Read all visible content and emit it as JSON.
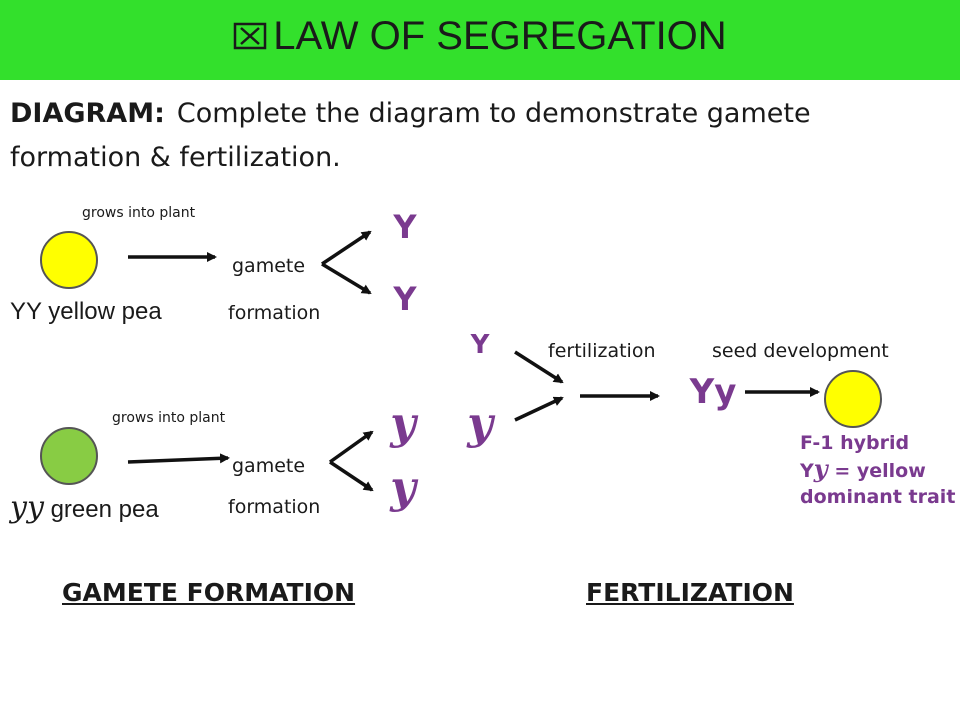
{
  "header": {
    "title": "LAW OF SEGREGATION",
    "bar_color": "#33e02c"
  },
  "instructions": {
    "label": "DIAGRAM:",
    "text": "Complete the diagram to demonstrate gamete formation & fertilization."
  },
  "gamete_formation": {
    "grows_label": "grows into plant",
    "gamete_word": "gamete",
    "formation_word": "formation",
    "yellow_pea": {
      "genotype": "YY",
      "description": "yellow pea",
      "color": "#ffff00",
      "gametes": [
        "Y",
        "Y"
      ]
    },
    "green_pea": {
      "genotype": "yy",
      "description": "green pea",
      "color": "#88cc44",
      "gametes": [
        "y",
        "y"
      ]
    },
    "section_label": "GAMETE FORMATION"
  },
  "fertilization": {
    "gametes": [
      "Y",
      "y"
    ],
    "fertilization_label": "fertilization",
    "seed_label": "seed development",
    "zygote": "Yy",
    "offspring_color": "#ffff00",
    "hybrid": {
      "line1": "F-1 hybrid",
      "genotype_dominant": "Y",
      "genotype_recessive": "y",
      "equals_text": "= yellow",
      "line3": "dominant trait"
    },
    "section_label": "FERTILIZATION"
  },
  "colors": {
    "allele": "#7a3a8f",
    "text": "#1a1a1a"
  }
}
